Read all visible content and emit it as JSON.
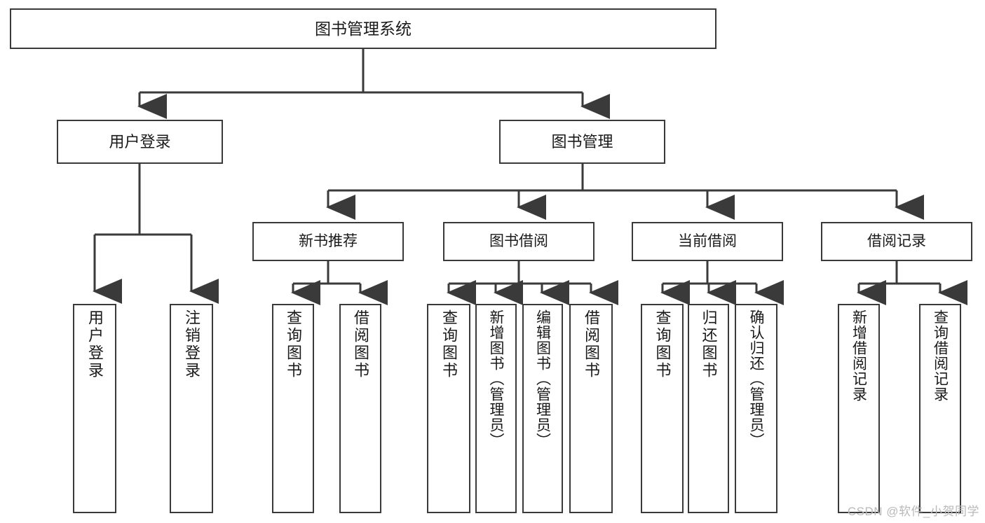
{
  "diagram": {
    "type": "hierarchy-tree",
    "title": "图书管理系统",
    "root": {
      "label": "图书管理系统"
    },
    "level1": [
      {
        "label": "用户登录"
      },
      {
        "label": "图书管理"
      }
    ],
    "level2": [
      {
        "label": "新书推荐"
      },
      {
        "label": "图书借阅"
      },
      {
        "label": "当前借阅"
      },
      {
        "label": "借阅记录"
      }
    ],
    "leaves": {
      "user_login": [
        {
          "label": "用户登录"
        },
        {
          "label": "注销登录"
        }
      ],
      "new_book_recommend": [
        {
          "label": "查询图书"
        },
        {
          "label": "借阅图书"
        }
      ],
      "book_borrow": [
        {
          "label": "查询图书"
        },
        {
          "label": "新增图书（管理员）"
        },
        {
          "label": "编辑图书（管理员）"
        },
        {
          "label": "借阅图书"
        }
      ],
      "current_borrow": [
        {
          "label": "查询图书"
        },
        {
          "label": "归还图书"
        },
        {
          "label": "确认归还（管理员）"
        }
      ],
      "borrow_record": [
        {
          "label": "新增借阅记录"
        },
        {
          "label": "查询借阅记录"
        }
      ]
    }
  },
  "watermark": {
    "text": "CSDN @软件_小贺同学"
  },
  "colors": {
    "border": "#3a3a3a",
    "line": "#3a3a3a",
    "background": "#ffffff",
    "text": "#1a1a1a",
    "watermark": "#b9b9b9"
  }
}
